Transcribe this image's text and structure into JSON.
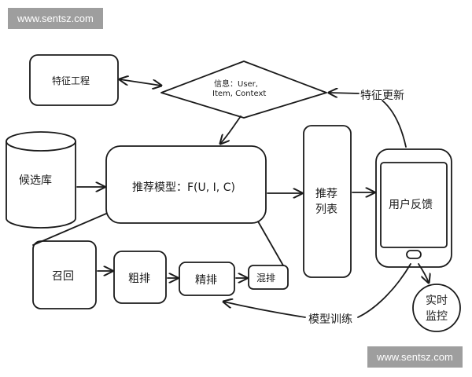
{
  "watermark": {
    "top": "www.sentsz.com",
    "bottom": "www.sentsz.com"
  },
  "nodes": {
    "feature_engineering": "特征工程",
    "info_line1": "信息：User,",
    "info_line2": "Item, Context",
    "candidate_pool": "候选库",
    "rec_model": "推荐模型：F(U, I, C)",
    "rec_list_line1": "推荐",
    "rec_list_line2": "列表",
    "user_feedback": "用户反馈",
    "recall": "召回",
    "coarse_rank": "粗排",
    "fine_rank": "精排",
    "mix_rank": "混排",
    "realtime_line1": "实时",
    "realtime_line2": "监控"
  },
  "edge_labels": {
    "feature_update": "特征更新",
    "model_training": "模型训练"
  }
}
